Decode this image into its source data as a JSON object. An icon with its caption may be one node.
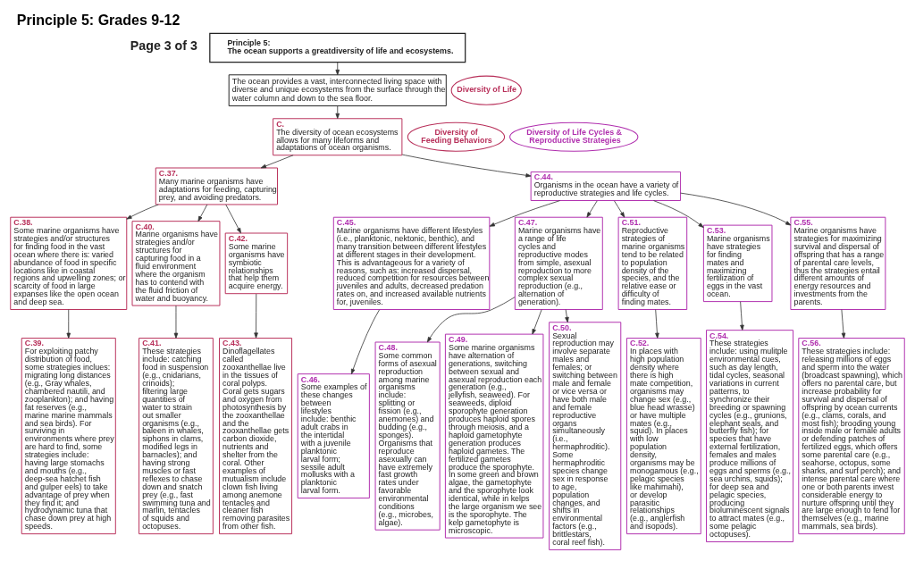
{
  "diagram": {
    "title": "Principle 5: Grades 9-12",
    "nodes": [
      {
        "text": [
          "Principle 5:",
          "The ocean supports a greatdiversity of life and ecosystems."
        ]
      },
      {
        "text": [
          "The ocean provides a vast, interconnected living space with diverse and unique ecosystems from the surface through the water column and down to the sea floor."
        ]
      },
      {
        "text": [
          "Diversity of Life"
        ]
      },
      {
        "text": [
          "C.",
          "The diversity of ocean ecosystems allows for many lifeforms and adaptations of ocean organisms."
        ]
      },
      {
        "text": [
          "Diversity of Feeding Behaviors"
        ]
      },
      {
        "text": [
          "Diversity of Life Cycles & Reproductive Strategies"
        ]
      },
      {
        "text": [
          "C.37.",
          "Many marine organisms have adaptations for feeding, capturing prey, and avoiding predators."
        ]
      },
      {
        "text": [
          "C.44.",
          "Organisms in the ocean have a variety of reproductive strategies and life cycles."
        ]
      },
      {
        "text": [
          "C.38.",
          "Some marine organisms have strategies and/or structures for finding food in the vast ocean where there is: varied abundance of food in specific locations like in coastal regions and upwelling zones; or scarcity of food in large expanses like the open ocean and deep sea."
        ]
      },
      {
        "text": [
          "C.40.",
          "Marine organisms have strategies and/or structures for capturing food in a fluid environment where the organism has to contend with the fluid friction of water and buoyancy."
        ]
      },
      {
        "text": [
          "C.42.",
          "Some marine organisms have symbiotic relationships that help them acquire energy."
        ]
      },
      {
        "text": [
          "C.45.",
          "Marine organisms have different lifestyles (i.e., planktonic, nektonic, benthic), and many transition between different lifestyles at different stages in their development. This is advantageous for a variety of reasons, such as: increased dispersal, reduced competition for resources between juveniles and adults, decreased predation rates on, and increased available nutrients for, juveniles."
        ]
      },
      {
        "text": [
          "C.47.",
          "Marine organisms have a range of life cycles and reproductive modes from simple, asexual reproduction to more complex sexual reproduction (e.g., alternation of generation)."
        ]
      },
      {
        "text": [
          "C.51.",
          "Reproductive strategies of marine organisms tend to be related to population density of the species, and the relative ease or difficulty of finding mates."
        ]
      },
      {
        "text": [
          "C.53.",
          "Marine organisms have strategies for finding mates and maximizing fertilization of eggs in the vast ocean."
        ]
      },
      {
        "text": [
          "C.55.",
          "Marine organisms have strategies for maximizing survival and dispersal of offspring that has a range of parental care levels, thus the strategies entail different amounts of energy resources and investments from the parents."
        ]
      },
      {
        "text": [
          "C.39.",
          "For exploiting patchy distribution of food, some strategies inclues: migrating long distances (e.g., Gray whales, chambered nautili, and zooplankton); and having fat reserves (e.g., marine marine mammals and sea birds). For surviving in environments where prey are hard to find, some strategies include: having large stomachs and mouths (e.g., deep-sea hatchet fish and gulper eels) to take advantage of prey when they find it; and hydrodynamic tuna that chase down prey at high speeds."
        ]
      },
      {
        "text": [
          "C.41.",
          "These strategies include: catching food in suspension (e.g., cnidarians, crinoids); filtering large quantities of water to strain out smaller organisms (e.g., baleen in whales, siphons in clams, modified legs in barnacles); and having strong muscles or fast reflexes to chase down and snatch prey (e.g., fast swimming tuna and marlin, tentacles of squids and octopuses."
        ]
      },
      {
        "text": [
          "C.43.",
          "Dinoflagellates called zooxanthellae live in the tissues of coral polyps. Coral gets sugars and oxygen from photosynthesis by the zooxanthellae and the zooxanthellae gets carbon dioxide, nutrients and shelter from the coral. Other examples of mutualism include clown fish living among anemone tentacles and cleaner fish removing parasites from other fish."
        ]
      },
      {
        "text": [
          "C.46.",
          "Some examples of these changes between lifestyles include: benthic adult crabs in the intertidal with a juvenile planktonic larval form; sessile adult mollusks with a planktonic larval form."
        ]
      },
      {
        "text": [
          "C.48.",
          "Some common forms of asexual reproduction among marine organisms include: splitting or fission (e.g., anemones) and budding (e.g., sponges). Organisms that reproduce asexually can have extremely fast growth rates under favorable environmental conditions (e.g., microbes, algae)."
        ]
      },
      {
        "text": [
          "C.49.",
          "Some marine organisms have alternation of generations, switching between sexual and asexual reproduction each generation (e.g., jellyfish, seaweed). For seaweeds, diploid sporophyte generation produces haploid spores through meiosis, and a haploid gametophyte generation produces haploid gametes. The fertilized gametes produce the sporophyte. In some green and brown algae, the gametophyte and the sporophyte look identical, while in kelps the large organism we see is the sporophyte. The kelp gametophyte is microscopic."
        ]
      },
      {
        "text": [
          "C.50.",
          "Sexual reproduction may involve separate males and females; or switching between male and female or vice versa or have both male and female reproductive organs simultaneously (i.e., hermaphroditic). Some hermaphroditic species change sex in response to age, population changes, and shifts in environmental factors (e.g., brittlestars, coral reef fish)."
        ]
      },
      {
        "text": [
          "C.52.",
          "In places with high population density where there is high mate competition, organisms may change sex (e.g., blue head wrasse) or have multiple mates (e.g., squid). In places with low population density, organisms may be monogamous (e.g., pelagic species like mahimahi), or develop parasitic relationships (e.g., anglerfish and isopods)."
        ]
      },
      {
        "text": [
          "C.54.",
          "These strategies include: using mulitple environmental cues, such as day length, tidal cycles, seasonal variations in current patterns, to synchronize their breeding or spawning cycles (e.g., grunions, elephant seals, and butterfly fish); for species that have external fertilization, females and males produce millions of eggs and sperms (e.g., sea urchins, squids); for deep sea and pelagic species, producing bioluminescent signals to attract mates (e.g., some pelagic octopuses)."
        ]
      },
      {
        "text": [
          "C.56.",
          "These strategies include: releasing millions of eggs and sperm into the water (broadcast spawning), which offers no parental care, but increase probability for survival and dispersal of offspring by ocean currents (e.g., clams, corals, and most fish); brooding young inside male or female adults or defending patches of fertilized eggs, which offers some parental care (e.g., seahorse, octopus, some sharks, and surf perch); and intense parental care where one or both parents invest considerable energy to nurture offspring until they are large enough to fend for themselves (e.g., marine mammals, sea birds)."
        ]
      }
    ],
    "edges": [
      {
        "from": 0,
        "to": 1,
        "arrow": "to"
      },
      {
        "from": 1,
        "to": 3,
        "arrow": "to"
      },
      {
        "from": 3,
        "to": 6,
        "arrow": "to"
      },
      {
        "from": 3,
        "to": 7,
        "arrow": "to"
      },
      {
        "from": 6,
        "to": 8,
        "arrow": "to"
      },
      {
        "from": 6,
        "to": 9,
        "arrow": "to"
      },
      {
        "from": 6,
        "to": 10,
        "arrow": "to"
      },
      {
        "from": 7,
        "to": 11,
        "arrow": "to"
      },
      {
        "from": 7,
        "to": 12,
        "arrow": "to"
      },
      {
        "from": 7,
        "to": 13,
        "arrow": "to"
      },
      {
        "from": 7,
        "to": 14,
        "arrow": "to"
      },
      {
        "from": 7,
        "to": 15,
        "arrow": "to"
      },
      {
        "from": 8,
        "to": 16,
        "arrow": "to"
      },
      {
        "from": 9,
        "to": 17,
        "arrow": "to"
      },
      {
        "from": 10,
        "to": 18,
        "arrow": "to"
      },
      {
        "from": 11,
        "to": 19,
        "arrow": "to"
      },
      {
        "from": 12,
        "to": 20,
        "arrow": "to"
      },
      {
        "from": 12,
        "to": 21,
        "arrow": "to"
      },
      {
        "from": 12,
        "to": 22,
        "arrow": "to"
      },
      {
        "from": 13,
        "to": 23,
        "arrow": "to"
      },
      {
        "from": 14,
        "to": 24,
        "arrow": "to"
      },
      {
        "from": 15,
        "to": 25,
        "arrow": "to"
      }
    ],
    "labels": [
      "Page 3 of 3"
    ]
  }
}
